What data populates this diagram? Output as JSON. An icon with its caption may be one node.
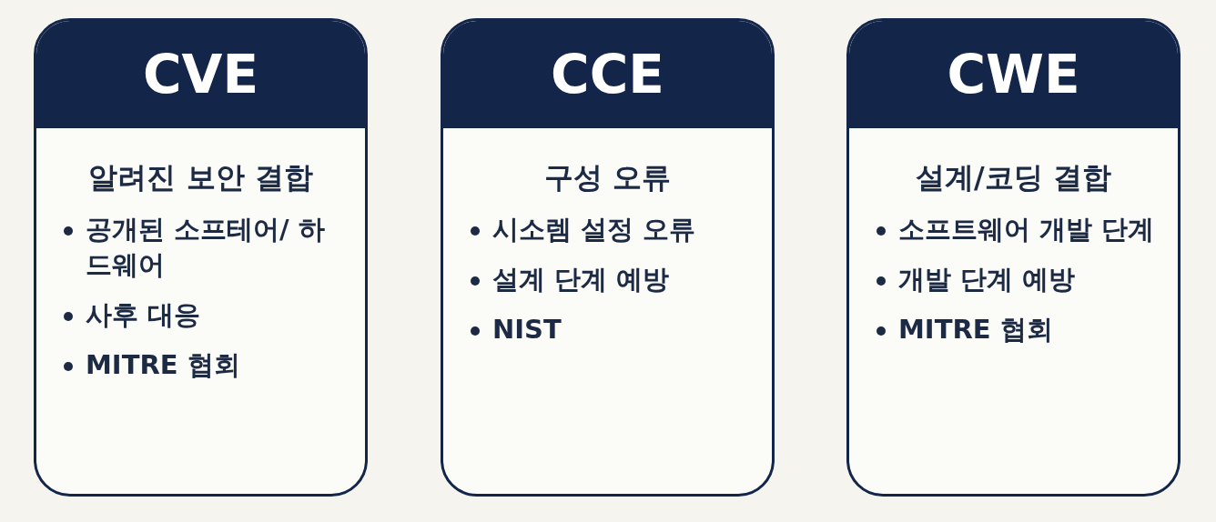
{
  "diagram": {
    "nodes": [
      {
        "text": [
          "CVE",
          "알려진 보안 결합",
          "공개된 소프테어/ 하드웨어",
          "사후 대응",
          "MITRE 협회"
        ]
      },
      {
        "text": [
          "CCE",
          "구성 오류",
          "시소렘 설정 오류",
          "설계 단계 예방",
          "NIST"
        ]
      },
      {
        "text": [
          "CWE",
          "설계/코딩 결합",
          "소프트웨어 개발 단계",
          "개발 단계 예방",
          "MITRE 협회"
        ]
      }
    ]
  }
}
